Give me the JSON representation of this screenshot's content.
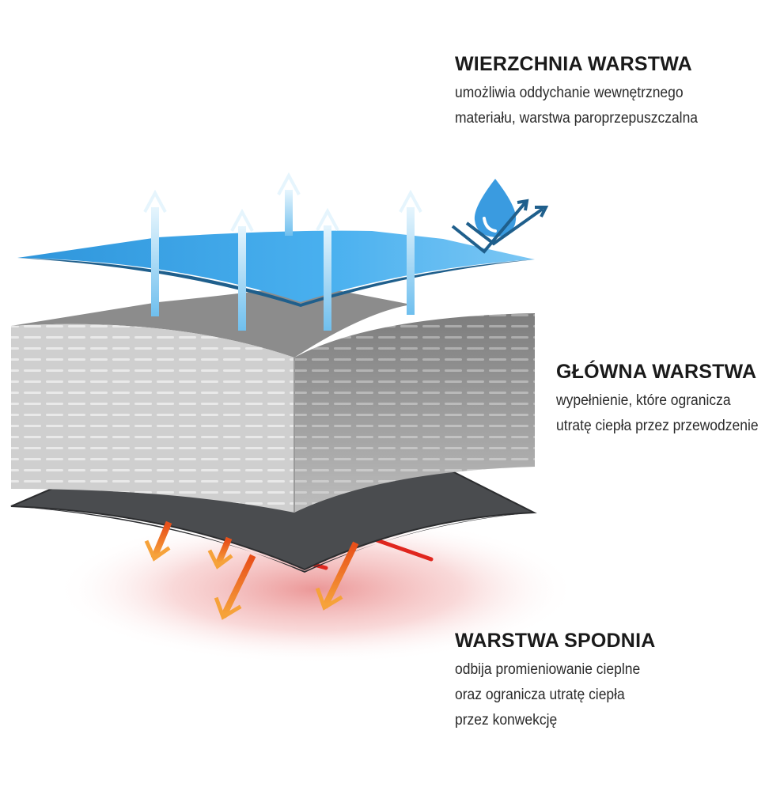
{
  "layers": [
    {
      "id": "top",
      "title": "WIERZCHNIA WARSTWA",
      "description": [
        "umożliwia oddychanie wewnętrznego",
        "materiału, warstwa paroprzepuszczalna"
      ]
    },
    {
      "id": "middle",
      "title": "GŁÓWNA WARSTWA",
      "description": [
        "wypełnienie, które ogranicza",
        "utratę ciepła przez przewodzenie"
      ]
    },
    {
      "id": "bottom",
      "title": "WARSTWA SPODNIA",
      "description": [
        "odbija promieniowanie cieplne",
        "oraz ogranicza utratę ciepła",
        "przez konwekcję"
      ]
    }
  ],
  "colors": {
    "top_layer": "#3fa6e6",
    "top_layer_edge": "#1f5f8c",
    "middle_layer": "#c9c9c9",
    "bottom_layer": "#4a4c4f",
    "vapor_arrows": "#8fd0f5",
    "heat_arrows": "#f07a1e",
    "heat_glow": "#f6b4b4",
    "water_drop": "#3a9be0"
  },
  "icons": [
    "water-drop-icon",
    "vapor-arrow-icon",
    "heat-arrow-icon"
  ]
}
